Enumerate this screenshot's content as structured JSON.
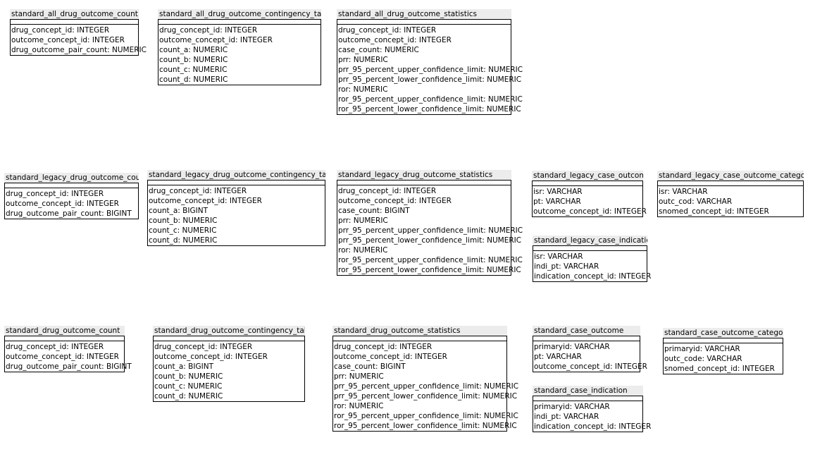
{
  "tables": [
    {
      "name": "standard_all_drug_outcome_count",
      "columns": [
        "drug_concept_id: INTEGER",
        "outcome_concept_id: INTEGER",
        "drug_outcome_pair_count: NUMERIC"
      ]
    },
    {
      "name": "standard_all_drug_outcome_contingency_table",
      "columns": [
        "drug_concept_id: INTEGER",
        "outcome_concept_id: INTEGER",
        "count_a: NUMERIC",
        "count_b: NUMERIC",
        "count_c: NUMERIC",
        "count_d: NUMERIC"
      ]
    },
    {
      "name": "standard_all_drug_outcome_statistics",
      "columns": [
        "drug_concept_id: INTEGER",
        "outcome_concept_id: INTEGER",
        "case_count: NUMERIC",
        "prr: NUMERIC",
        "prr_95_percent_upper_confidence_limit: NUMERIC",
        "prr_95_percent_lower_confidence_limit: NUMERIC",
        "ror: NUMERIC",
        "ror_95_percent_upper_confidence_limit: NUMERIC",
        "ror_95_percent_lower_confidence_limit: NUMERIC"
      ]
    },
    {
      "name": "standard_legacy_drug_outcome_count",
      "columns": [
        "drug_concept_id: INTEGER",
        "outcome_concept_id: INTEGER",
        "drug_outcome_pair_count: BIGINT"
      ]
    },
    {
      "name": "standard_legacy_drug_outcome_contingency_table",
      "columns": [
        "drug_concept_id: INTEGER",
        "outcome_concept_id: INTEGER",
        "count_a: BIGINT",
        "count_b: NUMERIC",
        "count_c: NUMERIC",
        "count_d: NUMERIC"
      ]
    },
    {
      "name": "standard_legacy_drug_outcome_statistics",
      "columns": [
        "drug_concept_id: INTEGER",
        "outcome_concept_id: INTEGER",
        "case_count: BIGINT",
        "prr: NUMERIC",
        "prr_95_percent_upper_confidence_limit: NUMERIC",
        "prr_95_percent_lower_confidence_limit: NUMERIC",
        "ror: NUMERIC",
        "ror_95_percent_upper_confidence_limit: NUMERIC",
        "ror_95_percent_lower_confidence_limit: NUMERIC"
      ]
    },
    {
      "name": "standard_legacy_case_outcome",
      "columns": [
        "isr: VARCHAR",
        "pt: VARCHAR",
        "outcome_concept_id: INTEGER"
      ]
    },
    {
      "name": "standard_legacy_case_outcome_category",
      "columns": [
        "isr: VARCHAR",
        "outc_cod: VARCHAR",
        "snomed_concept_id: INTEGER"
      ]
    },
    {
      "name": "standard_legacy_case_indication",
      "columns": [
        "isr: VARCHAR",
        "indi_pt: VARCHAR",
        "indication_concept_id: INTEGER"
      ]
    },
    {
      "name": "standard_drug_outcome_count",
      "columns": [
        "drug_concept_id: INTEGER",
        "outcome_concept_id: INTEGER",
        "drug_outcome_pair_count: BIGINT"
      ]
    },
    {
      "name": "standard_drug_outcome_contingency_table",
      "columns": [
        "drug_concept_id: INTEGER",
        "outcome_concept_id: INTEGER",
        "count_a: BIGINT",
        "count_b: NUMERIC",
        "count_c: NUMERIC",
        "count_d: NUMERIC"
      ]
    },
    {
      "name": "standard_drug_outcome_statistics",
      "columns": [
        "drug_concept_id: INTEGER",
        "outcome_concept_id: INTEGER",
        "case_count: BIGINT",
        "prr: NUMERIC",
        "prr_95_percent_upper_confidence_limit: NUMERIC",
        "prr_95_percent_lower_confidence_limit: NUMERIC",
        "ror: NUMERIC",
        "ror_95_percent_upper_confidence_limit: NUMERIC",
        "ror_95_percent_lower_confidence_limit: NUMERIC"
      ]
    },
    {
      "name": "standard_case_outcome",
      "columns": [
        "primaryid: VARCHAR",
        "pt: VARCHAR",
        "outcome_concept_id: INTEGER"
      ]
    },
    {
      "name": "standard_case_outcome_category",
      "columns": [
        "primaryid: VARCHAR",
        "outc_code: VARCHAR",
        "snomed_concept_id: INTEGER"
      ]
    },
    {
      "name": "standard_case_indication",
      "columns": [
        "primaryid: VARCHAR",
        "indi_pt: VARCHAR",
        "indication_concept_id: INTEGER"
      ]
    }
  ]
}
